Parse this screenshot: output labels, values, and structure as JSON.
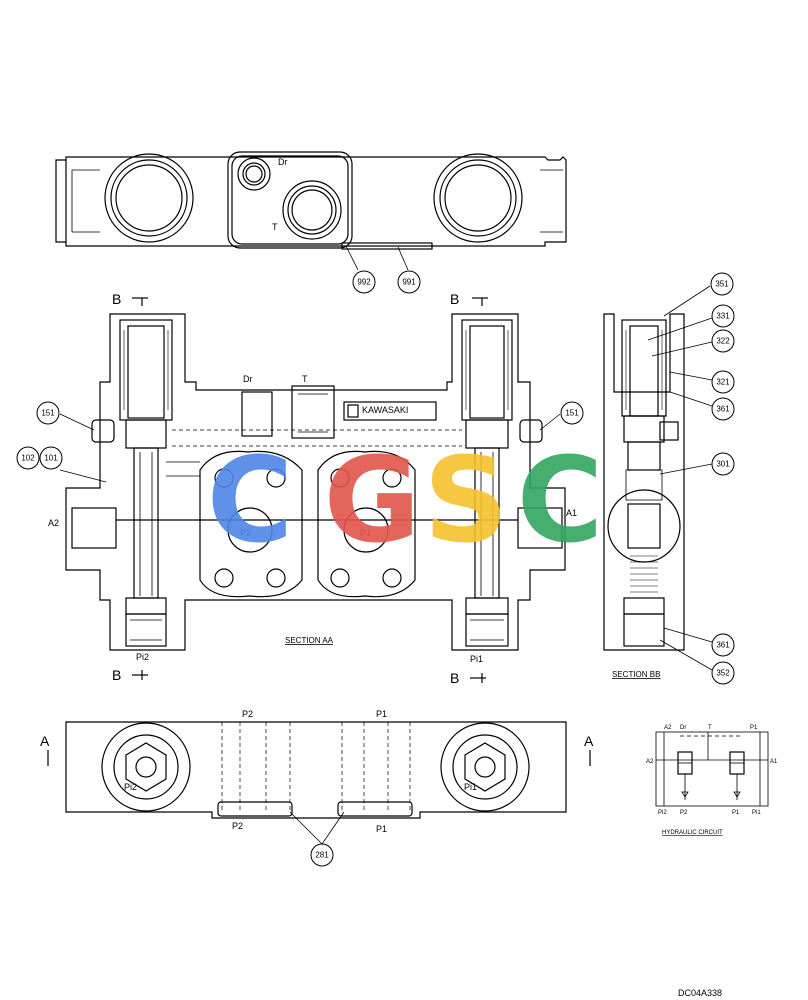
{
  "labels": {
    "dr_top": "Dr",
    "t_top": "T",
    "dr_section": "Dr",
    "t_section": "T",
    "b_arrow_tl": "B",
    "b_arrow_tr": "B",
    "b_arrow_bl": "B",
    "b_arrow_br": "B",
    "a_arrow_l": "A",
    "a_arrow_r": "A",
    "a2": "A2",
    "a1": "A1",
    "p2_section": "P2",
    "p1_section": "P1",
    "pi2_section": "Pi2",
    "pi1_section": "Pi1",
    "section_aa": "SECTION AA",
    "section_bb": "SECTION BB",
    "p2_bottom_top": "P2",
    "p1_bottom_top": "P1",
    "pi2_bottom": "Pi2",
    "pi1_bottom": "Pi1",
    "p2_bottom_low": "P2",
    "p1_bottom_low": "P1",
    "hydraulic_circuit": "HYDRAULIC CIRCUIT",
    "drawing_code": "DC04A338",
    "logo_text": "KAWASAKI"
  },
  "hc_labels": {
    "a2": "A2",
    "dr": "Dr",
    "t": "T",
    "p1_top": "P1",
    "a1": "A1",
    "pi2": "Pi2",
    "p2": "P2",
    "p1": "P1",
    "pi1": "Pi1"
  },
  "callouts": {
    "c992": "992",
    "c991": "991",
    "c351": "351",
    "c331": "331",
    "c322": "322",
    "c321": "321",
    "c361a": "361",
    "c151l": "151",
    "c151r": "151",
    "c102": "102",
    "c101": "101",
    "c301": "301",
    "c361b": "361",
    "c352": "352",
    "c281": "281"
  },
  "watermark": {
    "letters": [
      "C",
      "G",
      "S",
      "C"
    ],
    "colors": [
      "#4f86e6",
      "#e2554a",
      "#f6c22c",
      "#33a660"
    ]
  }
}
